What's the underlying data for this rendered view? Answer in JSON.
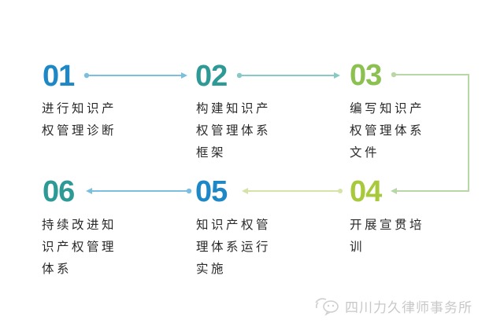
{
  "colors": {
    "blue": "#1e88c6",
    "teal": "#2e9a96",
    "green": "#8cc152",
    "yellow_green": "#a9c93c",
    "arrow_blue": "#7bbfe0",
    "arrow_teal": "#86c9c6",
    "arrow_green": "#b9d6a6",
    "arrow_pale": "#d6e3a6",
    "text": "#2a2a2a",
    "watermark": "#c8c8c8"
  },
  "steps": [
    {
      "number": "01",
      "lines": [
        "进行知识产",
        "权管理诊断"
      ]
    },
    {
      "number": "02",
      "lines": [
        "构建知识产",
        "权管理体系",
        "框架"
      ]
    },
    {
      "number": "03",
      "lines": [
        "编写知识产",
        "权管理体系",
        "文件"
      ]
    },
    {
      "number": "04",
      "lines": [
        "开展宣贯培",
        "训"
      ]
    },
    {
      "number": "05",
      "lines": [
        "知识产权管",
        "理体系运行",
        "实施"
      ]
    },
    {
      "number": "06",
      "lines": [
        "持续改进知",
        "识产权管理",
        "体系"
      ]
    }
  ],
  "watermark": {
    "icon": "wechat-icon",
    "text": "四川力久律师事务所"
  }
}
